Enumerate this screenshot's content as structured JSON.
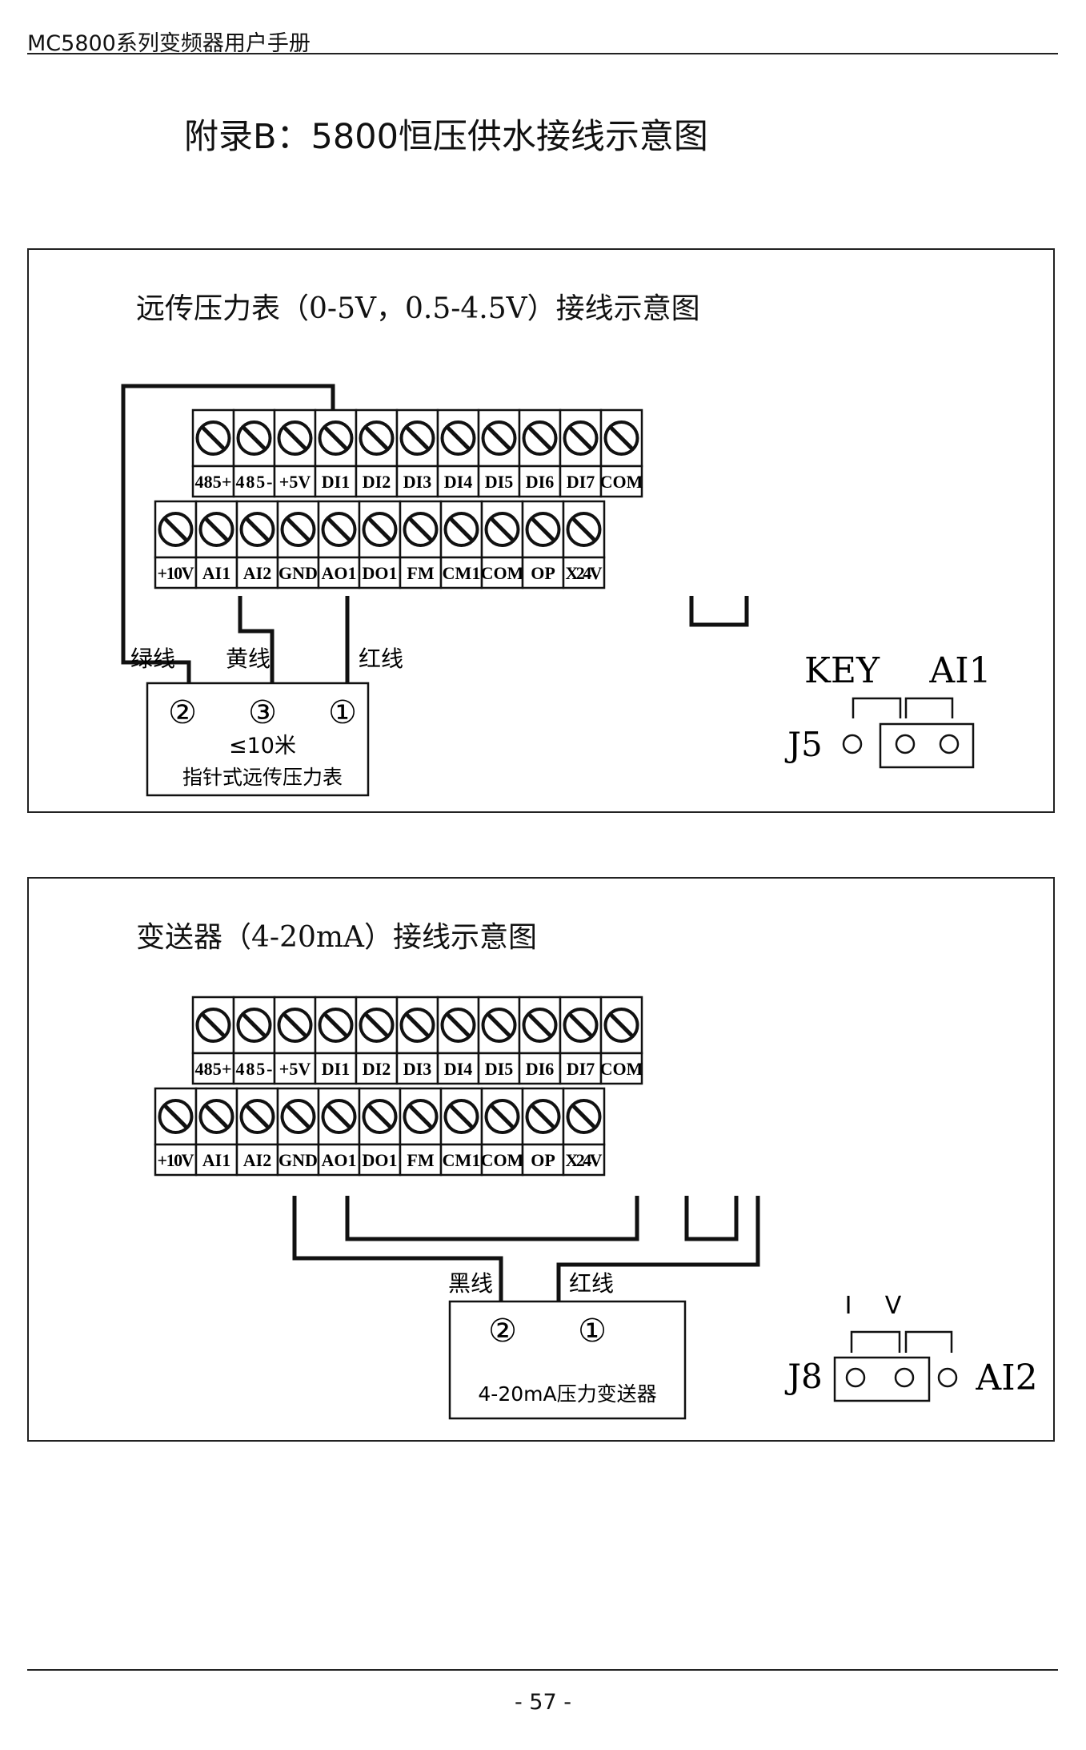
{
  "header": {
    "manual_title": "MC5800系列变频器用户手册"
  },
  "appendix_title": "附录B：5800恒压供水接线示意图",
  "terminals": {
    "top_row": [
      "485+",
      "485-",
      "+5V",
      "DI1",
      "DI2",
      "DI3",
      "DI4",
      "DI5",
      "DI6",
      "DI7",
      "COM"
    ],
    "bottom_row": [
      "+10V",
      "AI1",
      "AI2",
      "GND",
      "AO1",
      "DO1",
      "FM",
      "CM1",
      "COM",
      "OP",
      "X24V"
    ]
  },
  "diagram1": {
    "title": "远传压力表（0-5V，0.5-4.5V）接线示意图",
    "wire_labels": {
      "green": "绿线",
      "yellow": "黄线",
      "red": "红线"
    },
    "pin_markers": [
      "②",
      "③",
      "①"
    ],
    "distance_note": "≤10米",
    "device_label": "指针式远传压力表",
    "jumper": {
      "name": "J5",
      "left_label": "KEY",
      "right_label": "AI1"
    }
  },
  "diagram2": {
    "title": "变送器（4-20mA）接线示意图",
    "wire_labels": {
      "black": "黑线",
      "red": "红线"
    },
    "pin_markers": [
      "②",
      "①"
    ],
    "device_label": "4-20mA压力变送器",
    "jumper": {
      "name": "J8",
      "left_label": "I",
      "right_label": "V",
      "signal": "AI2"
    }
  },
  "footer": {
    "page_number": "- 57 -"
  }
}
